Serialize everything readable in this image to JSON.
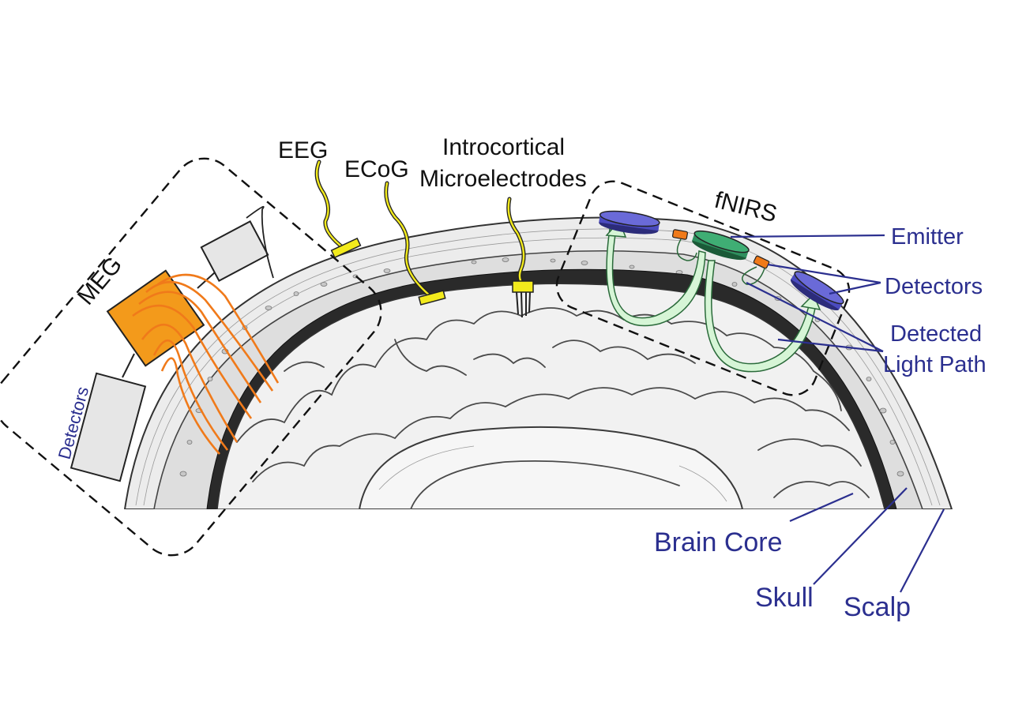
{
  "labels": {
    "eeg": "EEG",
    "ecog": "ECoG",
    "intracortical_line1": "Introcortical",
    "intracortical_line2": "Microelectrodes",
    "meg": "MEG",
    "meg_detectors": "Detectors",
    "fnirs": "fNIRS",
    "emitter": "Emitter",
    "fnirs_detectors": "Detectors",
    "detected_light_line1": "Detected",
    "detected_light_line2": "Light Path",
    "brain_core": "Brain Core",
    "skull": "Skull",
    "scalp": "Scalp"
  },
  "colors": {
    "annotation_blue": "#2b2f8f",
    "electrode_yellow": "#f2ea1c",
    "meg_orange": "#f39a1b",
    "field_lines": "#f07a1a",
    "fnirs_emitter_green": "#2f8f5e",
    "fnirs_detector_blue": "#5a5acf",
    "fnirs_detector_small": "#f07a1a",
    "light_path_green": "#d6f5d6",
    "scalp_layer": "#e8e8e8",
    "skull_layer": "#d9d9d9",
    "dura_dark": "#2a2a2a",
    "brain_fill": "#f1f1f1"
  },
  "icons": {
    "meg_sensor": "orange-sensor-block",
    "meg_detector": "grey-detector-box",
    "fnirs_emitter": "green-disc",
    "fnirs_detector": "blue-disc",
    "electrode": "yellow-wire-electrode"
  }
}
